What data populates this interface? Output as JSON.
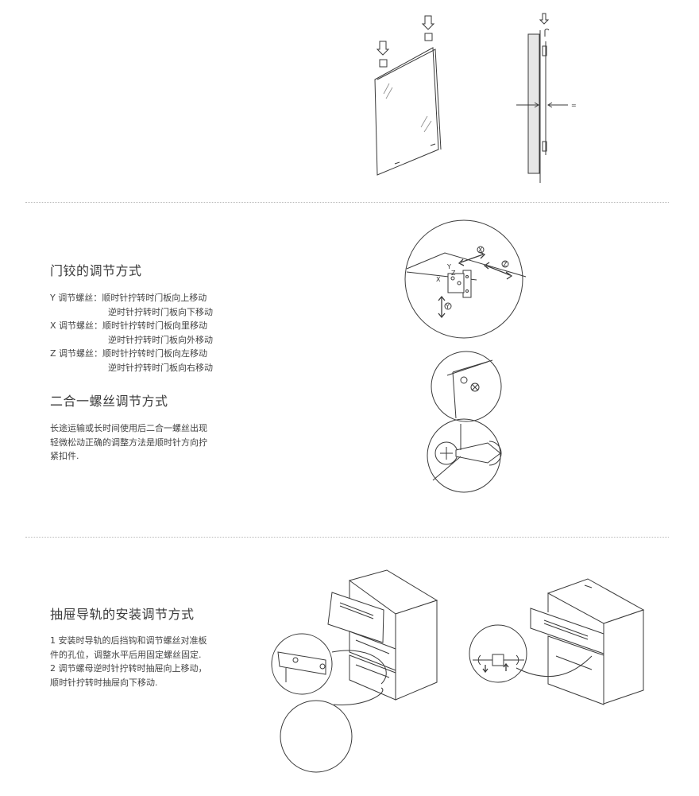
{
  "hinge_section": {
    "title": "门铰的调节方式",
    "rows": [
      {
        "prefix": "Y 调节螺丝：",
        "text": "顺时针拧转时门板向上移动"
      },
      {
        "prefix": "",
        "text": "逆时针拧转时门板向下移动"
      },
      {
        "prefix": "X 调节螺丝：",
        "text": "顺时针拧转时门板向里移动"
      },
      {
        "prefix": "",
        "text": "逆时针拧转时门板向外移动"
      },
      {
        "prefix": "Z 调节螺丝：",
        "text": "顺时针拧转时门板向左移动"
      },
      {
        "prefix": "",
        "text": "逆时针拧转时门板向右移动"
      }
    ]
  },
  "screw_section": {
    "title": "二合一螺丝调节方式",
    "text": "长途运输或长时间使用后二合一螺丝出现\n轻微松动正确的调整方法是顺时针方向拧\n紧扣件."
  },
  "drawer_section": {
    "title": "抽屉导轨的安装调节方式",
    "text": "1 安装时导轨的后挡钩和调节螺丝对准板\n件的孔位，调整水平后用固定螺丝固定.\n2 调节螺母逆时针拧转时抽屉向上移动，\n顺时针拧转时抽屉向下移动."
  },
  "diagram_labels": {
    "equal": "=",
    "axis_x": "X",
    "axis_y": "Y",
    "axis_z": "Z"
  }
}
